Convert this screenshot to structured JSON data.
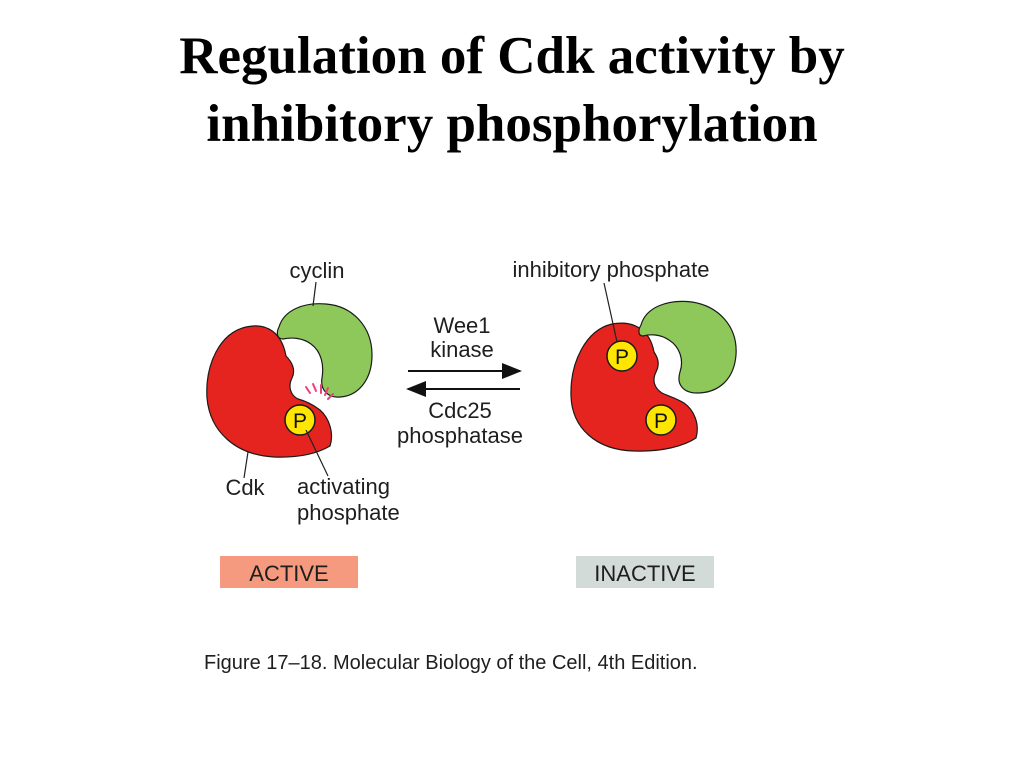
{
  "title": {
    "line1": "Regulation of Cdk activity by",
    "line2": "inhibitory phosphorylation"
  },
  "diagram": {
    "labels": {
      "cyclin": "cyclin",
      "cdk": "Cdk",
      "activating_line1": "activating",
      "activating_line2": "phosphate",
      "inhibitory": "inhibitory phosphate",
      "wee1_line1": "Wee1",
      "wee1_line2": "kinase",
      "cdc25_line1": "Cdc25",
      "cdc25_line2": "phosphatase",
      "phosphate_symbol": "P"
    },
    "states": {
      "active": "ACTIVE",
      "inactive": "INACTIVE"
    },
    "colors": {
      "cdk": "#e52420",
      "cyclin": "#8ec85a",
      "phosphate": "#ffe600",
      "active_badge": "#f59a7e",
      "inactive_badge": "#d3dbd8",
      "activation_marks": "#ee3f7a"
    }
  },
  "caption": "Figure 17–18. Molecular Biology of the Cell, 4th Edition."
}
